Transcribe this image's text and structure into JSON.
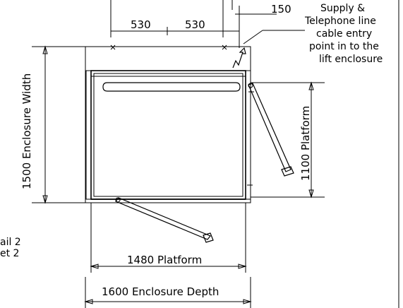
{
  "dimensions": {
    "left_offset": "530",
    "right_offset": "530",
    "cable_offset": "150",
    "enclosure_width": "1500 Enclosure Width",
    "platform_width": "1100 Platform",
    "platform_depth": "1480 Platform",
    "enclosure_depth": "1600 Enclosure Depth"
  },
  "notes": {
    "cable_entry": [
      "Supply &",
      "Telephone line",
      "cable entry",
      "point in to the",
      "lift enclosure"
    ],
    "detail_ref": [
      "ail 2",
      "et 2"
    ]
  }
}
